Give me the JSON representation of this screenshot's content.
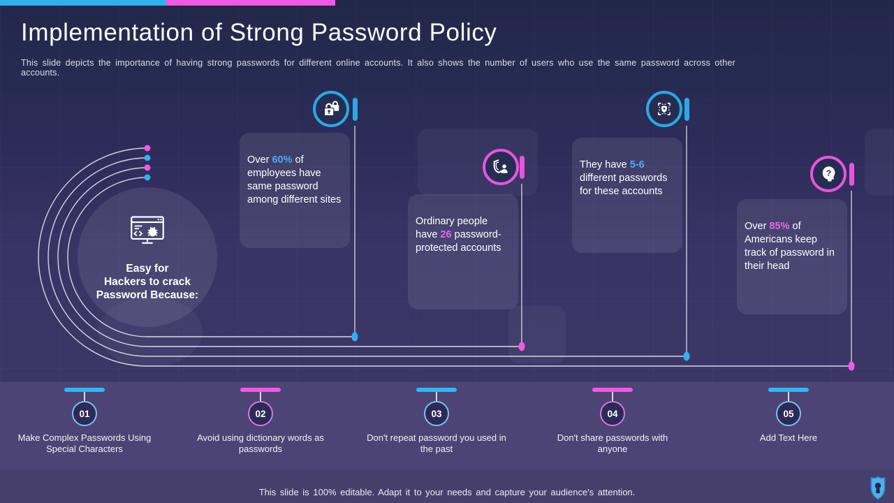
{
  "slide": {
    "title": "Implementation of Strong Password Policy",
    "subtitle": "This slide depicts the importance of having strong passwords for different online accounts. It also shows the number of users who use the same password across other accounts.",
    "footer_note": "This slide is 100% editable. Adapt it to your needs and capture your audience's attention."
  },
  "colors": {
    "accent_blue": "#2fb1ef",
    "accent_pink": "#ef59e4",
    "highlight_blue": "#4fa9f2",
    "highlight_pink": "#e36ae2",
    "background_top": "#222749",
    "background_bottom": "#3b3566",
    "steps_strip": "#4b4474",
    "footer_strip": "#473f6b"
  },
  "center": {
    "icon": "malware-browser-icon",
    "label": "Easy for\nHackers to crack\nPassword Because:"
  },
  "callouts": [
    {
      "icon": "double-lock-icon",
      "accent": "blue",
      "pre": "Over ",
      "highlight": "60%",
      "post": " of employees have same password among different sites"
    },
    {
      "icon": "shield-user-icon",
      "accent": "pink",
      "pre": "Ordinary people have ",
      "highlight": "26",
      "post": " password-protected accounts"
    },
    {
      "icon": "scan-shield-icon",
      "accent": "blue",
      "pre": "They have ",
      "highlight": "5-6",
      "post": " different passwords for these accounts"
    },
    {
      "icon": "head-question-icon",
      "accent": "pink",
      "pre": "Over ",
      "highlight": "85%",
      "post": " of Americans keep track of password in their head"
    }
  ],
  "steps": [
    {
      "number": "01",
      "accent": "blue",
      "label": "Make Complex Passwords Using Special Characters"
    },
    {
      "number": "02",
      "accent": "pink",
      "label": "Avoid using dictionary words as passwords"
    },
    {
      "number": "03",
      "accent": "blue",
      "label": "Don't repeat password you used in the past"
    },
    {
      "number": "04",
      "accent": "pink",
      "label": "Don't share passwords with anyone"
    },
    {
      "number": "05",
      "accent": "blue",
      "label": "Add Text Here"
    }
  ],
  "logo": {
    "icon": "shield-keyhole-logo"
  }
}
